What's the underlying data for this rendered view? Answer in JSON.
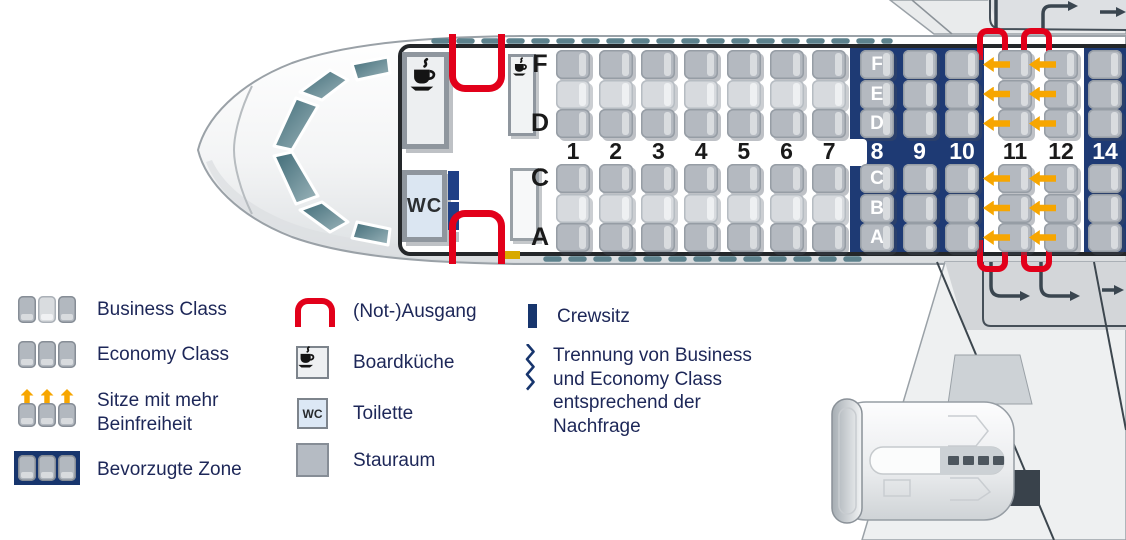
{
  "seat_map": {
    "wc_label": "WC",
    "front_letters": [
      "F",
      "D",
      "C",
      "A"
    ],
    "zone_letters": [
      "F",
      "E",
      "D",
      "C",
      "B",
      "A"
    ],
    "rows": [
      {
        "num": "1",
        "zone": "business"
      },
      {
        "num": "2",
        "zone": "business"
      },
      {
        "num": "3",
        "zone": "business"
      },
      {
        "num": "4",
        "zone": "business"
      },
      {
        "num": "5",
        "zone": "business"
      },
      {
        "num": "6",
        "zone": "business"
      },
      {
        "num": "7",
        "zone": "business"
      },
      {
        "num": "8",
        "zone": "preferred"
      },
      {
        "num": "9",
        "zone": "preferred"
      },
      {
        "num": "10",
        "zone": "preferred"
      },
      {
        "num": "11",
        "zone": "legroom"
      },
      {
        "num": "12",
        "zone": "legroom"
      },
      {
        "num": "14",
        "zone": "preferred"
      }
    ]
  },
  "legend": {
    "toilet_icon_label": "WC",
    "seat_items": [
      {
        "id": "business",
        "label": "Business Class"
      },
      {
        "id": "economy",
        "label": "Economy Class"
      },
      {
        "id": "legroom",
        "label": "Sitze mit mehr Beinfreiheit"
      },
      {
        "id": "preferred",
        "label": "Bevorzugte Zone"
      }
    ],
    "facility_items": [
      {
        "id": "exit",
        "label": "(Not-)Ausgang"
      },
      {
        "id": "galley",
        "label": "Boardküche"
      },
      {
        "id": "toilet",
        "label": "Toilette"
      },
      {
        "id": "storage",
        "label": "Stauraum"
      }
    ],
    "misc_items": [
      {
        "id": "crewseat",
        "label": "Crewsitz"
      },
      {
        "id": "divider",
        "label": "Trennung von Business und Economy Class entsprechend der Nachfrage"
      }
    ]
  },
  "colors": {
    "zone_blue": "#1e3a74",
    "crew_blue": "#1f4086",
    "legend_navy": "#17356d",
    "exit_red": "#e2001a",
    "arrow_orange": "#f7a600",
    "marker_yellow": "#d8a900",
    "text_navy": "#1d2758"
  }
}
